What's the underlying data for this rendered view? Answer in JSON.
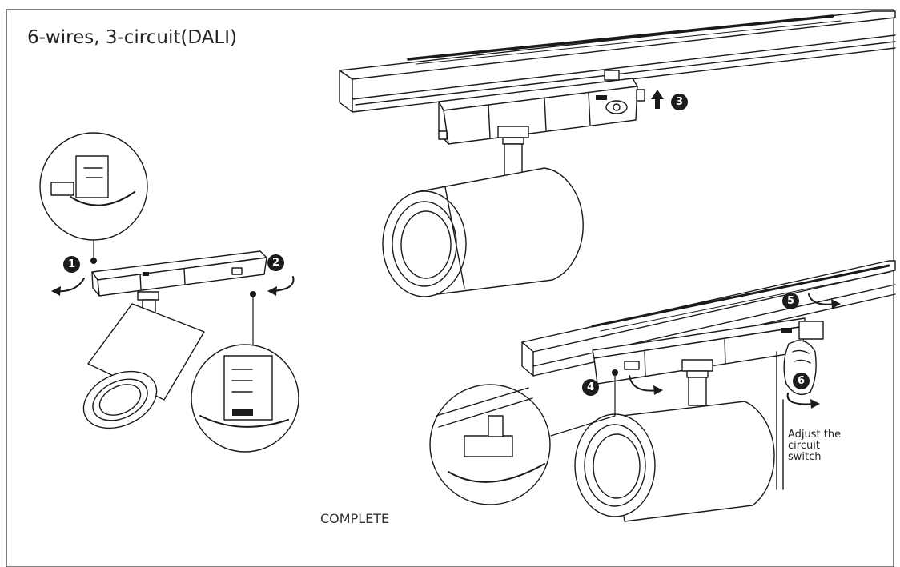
{
  "heading": "6-wires, 3-circuit(DALI)",
  "steps": [
    "1",
    "2",
    "3",
    "4",
    "5",
    "6"
  ],
  "complete_label": "COMPLETE",
  "adjust_note": [
    "Adjust the",
    "circuit",
    "switch"
  ],
  "colors": {
    "line": "#1a1a1a",
    "border": "#555555",
    "badge": "#1c1c1c"
  }
}
